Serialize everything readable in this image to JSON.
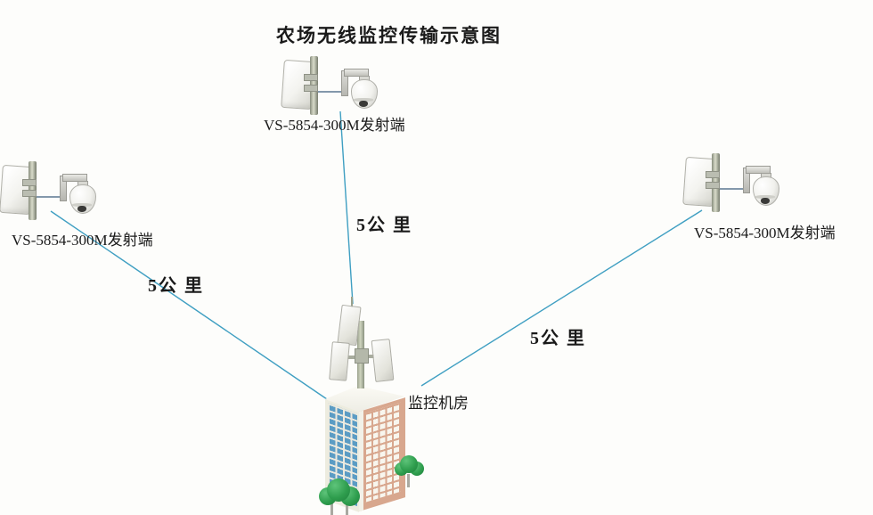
{
  "title": "农场无线监控传输示意图",
  "transmitters": {
    "top": {
      "label": "VS-5854-300M发射端"
    },
    "left": {
      "label": "VS-5854-300M发射端"
    },
    "right": {
      "label": "VS-5854-300M发射端"
    }
  },
  "control_room": {
    "label": "监控机房"
  },
  "links": {
    "top": {
      "distance": "5公 里"
    },
    "left": {
      "distance": "5公 里"
    },
    "right": {
      "distance": "5公 里"
    }
  },
  "icons": {
    "panel_antenna": "wireless-panel-antenna",
    "ptz_camera": "ptz-dome-camera",
    "building": "monitoring-building",
    "tree": "tree"
  },
  "colors": {
    "link_line": "#3f9fc2",
    "cable": "#8398ab",
    "building_right_face": "#d8a78e",
    "building_window_blue": "#5b9cc4",
    "tree_green": "#2f9e4e"
  }
}
